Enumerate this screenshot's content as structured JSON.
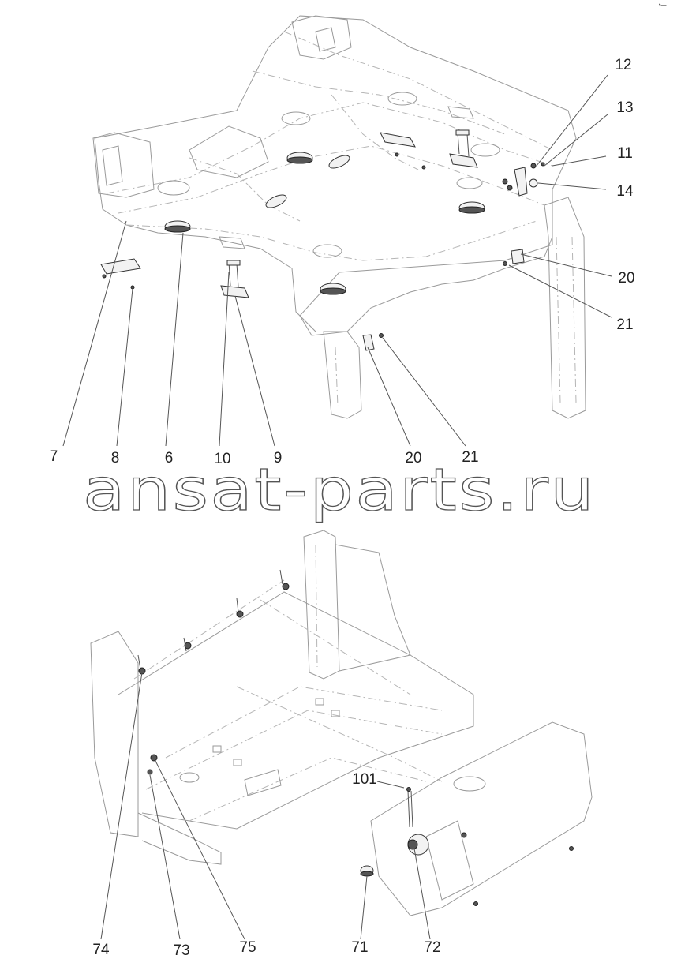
{
  "watermark": "ansat-parts.ru",
  "corner_mark": "•—",
  "callouts": {
    "c12": "12",
    "c13": "13",
    "c11": "11",
    "c14": "14",
    "c20a": "20",
    "c21a": "21",
    "c7": "7",
    "c8": "8",
    "c6": "6",
    "c10": "10",
    "c9": "9",
    "c20b": "20",
    "c21b": "21",
    "c101": "101",
    "c74": "74",
    "c73": "73",
    "c75": "75",
    "c71": "71",
    "c72": "72"
  }
}
